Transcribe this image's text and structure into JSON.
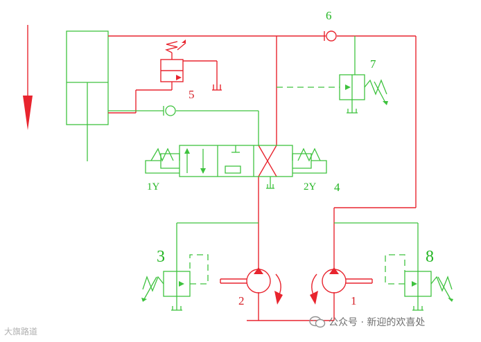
{
  "labels": {
    "n1": "1",
    "n2": "2",
    "n3": "3",
    "n4": "4",
    "n5": "5",
    "n6": "6",
    "n7": "7",
    "n8": "8",
    "y1": "1Y",
    "y2": "2Y"
  },
  "watermark": {
    "left": "大旗路道",
    "right": "公众号 · 新迎的欢喜处"
  },
  "icons": {
    "wechat": "wechat-icon"
  },
  "colors": {
    "pressure_line": "#e8242e",
    "component": "#3ec23e",
    "label_red": "#d61f26",
    "label_green": "#22b522"
  }
}
